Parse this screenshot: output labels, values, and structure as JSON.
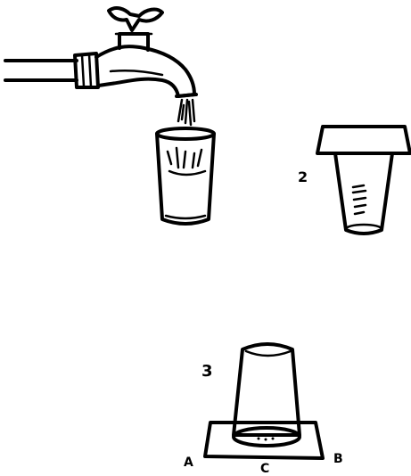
{
  "labels": {
    "step2": "2",
    "step3": "3",
    "corner_a": "A",
    "corner_b": "B",
    "center_c": "C"
  },
  "colors": {
    "ink": "#000000",
    "background": "#ffffff"
  }
}
